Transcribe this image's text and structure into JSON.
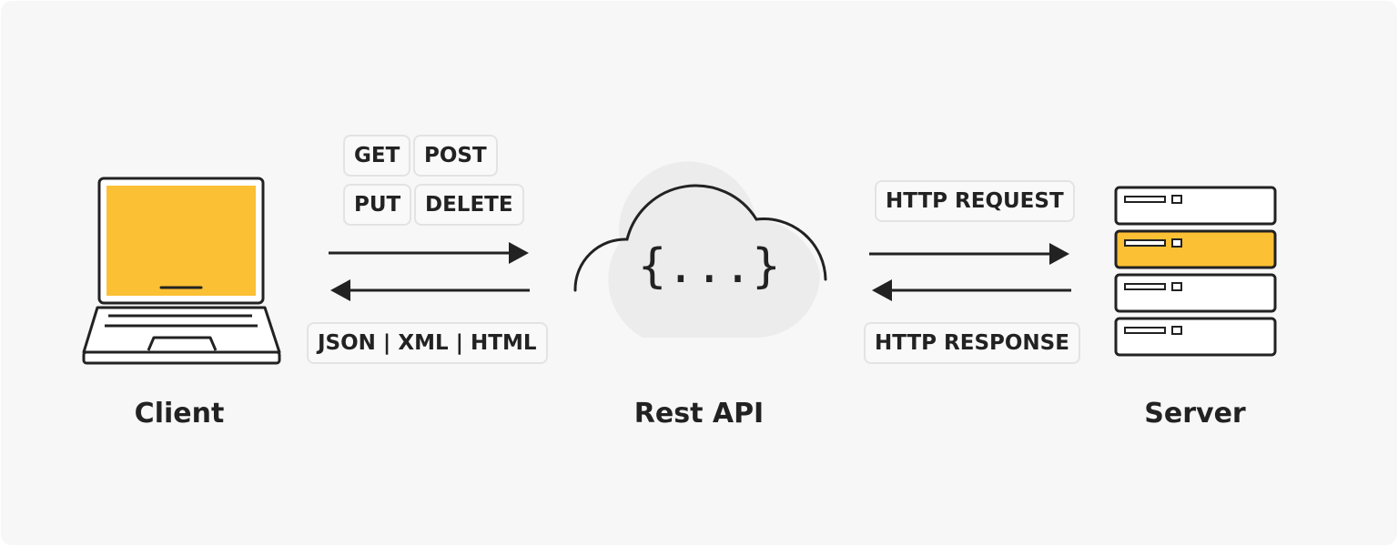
{
  "colors": {
    "background": "#f7f7f7",
    "accent": "#fcc035",
    "stroke": "#222222",
    "pill_border": "#e3e3e3",
    "cloud": "#ececec"
  },
  "client": {
    "label": "Client",
    "icon": "laptop-icon"
  },
  "api": {
    "label": "Rest API",
    "symbol": "{...}",
    "icon": "cloud-icon"
  },
  "server": {
    "label": "Server",
    "icon": "server-rack-icon",
    "units": [
      {
        "highlighted": false
      },
      {
        "highlighted": true
      },
      {
        "highlighted": false
      },
      {
        "highlighted": false
      }
    ]
  },
  "methods": [
    "GET",
    "POST",
    "PUT",
    "DELETE"
  ],
  "formats_label": "JSON | XML | HTML",
  "http": {
    "request_label": "HTTP REQUEST",
    "response_label": "HTTP RESPONSE"
  }
}
